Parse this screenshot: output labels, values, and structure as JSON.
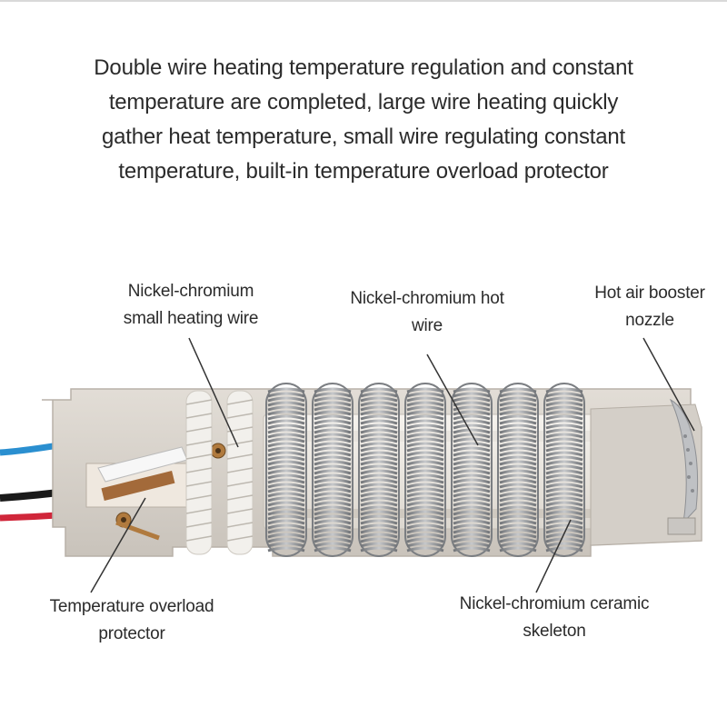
{
  "headline": {
    "line1": "Double wire heating temperature regulation and constant",
    "line2": "temperature are completed, large wire heating quickly",
    "line3": "gather heat temperature, small wire regulating constant",
    "line4": "temperature, built-in temperature overload protector"
  },
  "labels": {
    "small_wire": [
      "Nickel-chromium",
      "small heating wire"
    ],
    "hot_wire": [
      "Nickel-chromium hot",
      "wire"
    ],
    "nozzle": [
      "Hot air booster",
      "nozzle"
    ],
    "protector": [
      "Temperature overload",
      "protector"
    ],
    "skeleton": [
      "Nickel-chromium ceramic",
      "skeleton"
    ]
  },
  "colors": {
    "ceramic": "#d8d3cc",
    "wire": "#8d9094",
    "wire_blue": "#2a8fd0",
    "wire_black": "#1a1a1a",
    "wire_red": "#d0263a",
    "leader": "#333333"
  }
}
